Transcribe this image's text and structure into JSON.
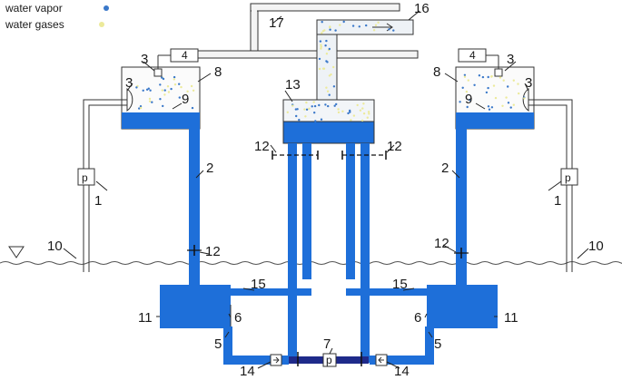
{
  "legend": {
    "vapor_label": "water vapor",
    "gases_label": "water gases"
  },
  "labels": {
    "n1": "1",
    "n2": "2",
    "n3": "3",
    "n4": "4",
    "n5": "5",
    "n6": "6",
    "n7": "7",
    "n8": "8",
    "n9": "9",
    "n10": "10",
    "n11": "11",
    "n12": "12",
    "n13": "13",
    "n14": "14",
    "n15": "15",
    "n16": "16",
    "n17": "17",
    "pump": "p"
  },
  "colors": {
    "water": "#1e6fd9",
    "pump_pipe": "#1f2a8a",
    "vapor_dot": "#3a78c9",
    "gas_dot": "#ecea9a",
    "outline": "#333333"
  }
}
